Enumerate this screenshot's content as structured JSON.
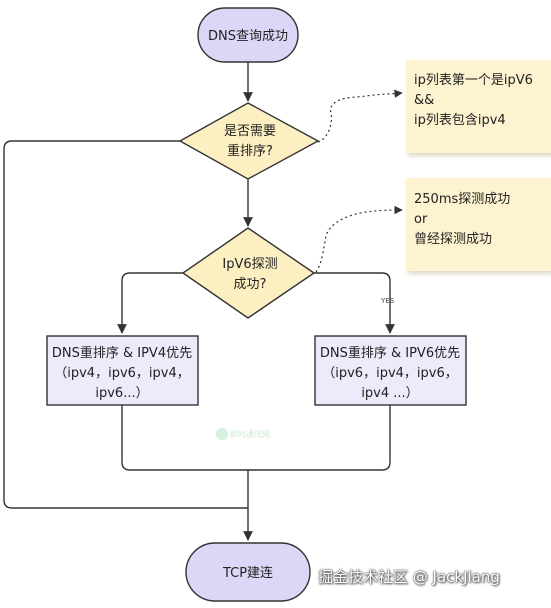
{
  "nodes": {
    "start": "DNS查询成功",
    "decision1": [
      "是否需要",
      "重排序?"
    ],
    "decision2": [
      "IpV6探测",
      "成功?"
    ],
    "left_box": [
      "DNS重排序 & IPV4优先",
      "（ipv4，ipv6，ipv4，",
      "ipv6...）"
    ],
    "right_box": [
      "DNS重排序 & IPV6优先",
      "（ipv6，ipv4，ipv6，",
      "ipv4 ...）"
    ],
    "end": "TCP建连"
  },
  "notes": {
    "note1": [
      "ip列表第一个是ipV6",
      "&&",
      "ip列表包含ipv4"
    ],
    "note2": [
      "250ms探测成功",
      "or",
      "曾经探测成功"
    ]
  },
  "edge_labels": {
    "yes": "YES"
  },
  "watermark": "即时通讯网",
  "credit": "掘金技术社区 @ JackJiang",
  "colors": {
    "terminal_fill": "#dcd6f7",
    "decision_fill": "#fcefc2",
    "process_fill": "#ebebfb",
    "note_fill": "#fdf3d0",
    "stroke": "#333333"
  }
}
